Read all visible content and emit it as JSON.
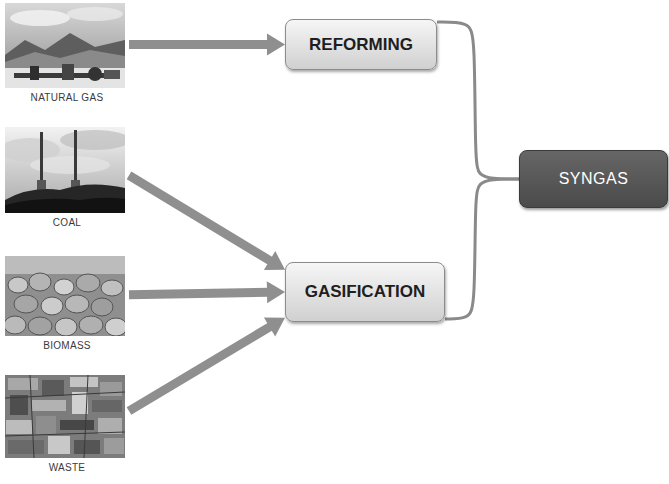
{
  "diagram": {
    "nodes": [
      {
        "text": [
          "NATURAL GAS"
        ]
      },
      {
        "text": [
          "COAL"
        ]
      },
      {
        "text": [
          "BIOMASS"
        ]
      },
      {
        "text": [
          "WASTE"
        ]
      },
      {
        "text": [
          "REFORMING"
        ]
      },
      {
        "text": [
          "GASIFICATION"
        ]
      },
      {
        "text": [
          "SYNGAS"
        ]
      }
    ],
    "edges": [
      {
        "from": 0,
        "to": 4,
        "arrow": "to"
      },
      {
        "from": 1,
        "to": 5,
        "arrow": "to"
      },
      {
        "from": 2,
        "to": 5,
        "arrow": "to"
      },
      {
        "from": 3,
        "to": 5,
        "arrow": "to"
      },
      {
        "from": 4,
        "to": 6,
        "arrow": "none"
      },
      {
        "from": 5,
        "to": 6,
        "arrow": "none"
      }
    ]
  }
}
